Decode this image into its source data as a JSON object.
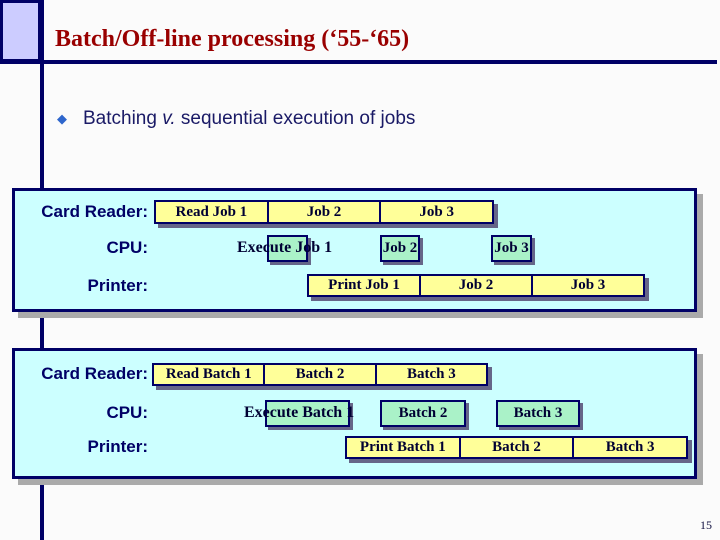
{
  "slide": {
    "title": "Batch/Off-line processing (‘55-‘65)",
    "page_number": "15"
  },
  "bullet": {
    "text_before": "Batching ",
    "text_italic": "v.",
    "text_after": " sequential execution of jobs"
  },
  "panel_jobs": {
    "card_reader_label": "Card Reader:",
    "cpu_label": "CPU:",
    "printer_label": "Printer:",
    "read_cells": [
      "Read Job 1",
      "Job 2",
      "Job 3"
    ],
    "execute_text": "Execute Job 1",
    "cpu_boxes": [
      "Job 2",
      "Job 3"
    ],
    "print_cells": [
      "Print Job 1",
      "Job 2",
      "Job 3"
    ]
  },
  "panel_batches": {
    "card_reader_label": "Card Reader:",
    "cpu_label": "CPU:",
    "printer_label": "Printer:",
    "read_cells": [
      "Read Batch 1",
      "Batch 2",
      "Batch 3"
    ],
    "execute_text": "Execute Batch 1",
    "cpu_boxes": [
      "Batch 2",
      "Batch 3"
    ],
    "print_cells": [
      "Print Batch 1",
      "Batch 2",
      "Batch 3"
    ]
  },
  "colors": {
    "title_red": "#990000",
    "navy": "#000066",
    "panel_background": "#CCFFFF",
    "box_yellow": "#FFFF99",
    "box_green": "#AAF2C8",
    "corner_square": "#CCCCFF",
    "bullet_diamond": "#2E66CC",
    "panel_shadow": "#AAAAAA"
  }
}
